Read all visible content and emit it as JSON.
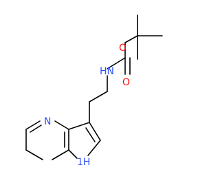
{
  "molecule": {
    "atoms": [
      {
        "id": "n_pyridine",
        "label": "N",
        "color": "#3050F8"
      },
      {
        "id": "n_indole",
        "label": "1H",
        "color": "#3050F8"
      },
      {
        "id": "n_carbamate",
        "label": "HN",
        "color": "#3050F8"
      },
      {
        "id": "o_ester",
        "label": "O",
        "color": "#FF0D0D"
      },
      {
        "id": "o_carbonyl",
        "label": "O",
        "color": "#FF0D0D"
      }
    ]
  },
  "colors": {
    "bond": "#000000",
    "nitrogen": "#3050F8",
    "oxygen": "#FF0D0D",
    "background": "#FFFFFF"
  }
}
